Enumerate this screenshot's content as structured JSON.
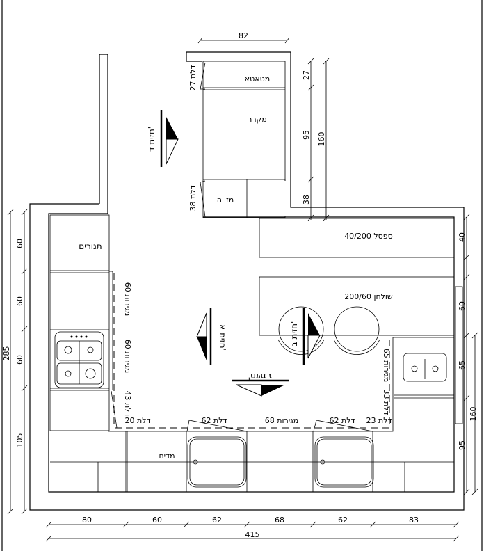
{
  "rooms": {
    "broom_closet": "מטאטא",
    "fridge": "מקרר",
    "pantry": "מזווה",
    "ovens": "תנורים",
    "bench": "ספסל 40/200",
    "table": "שולחן 200/60",
    "dishwasher": "מדיח"
  },
  "annotations": {
    "door_27": "דלת 27",
    "door_38": "דלת 38",
    "drawers_60_a": "מגירות 60",
    "drawers_60_b": "מגירות 60",
    "door_43": "דלת 43",
    "door_20": "דלת 20",
    "door_62_a": "דלת 62",
    "drawers_68": "מגירות 68",
    "door_62_b": "דלת 62",
    "door_23": "דלת 23",
    "door_33": "דלת 33",
    "drawers_65": "מגירות 65"
  },
  "elevations": {
    "a": "חזית א'",
    "b": "חזית ב'",
    "c": "חזית ג'",
    "d": "חזית ד'"
  },
  "dimensions": {
    "top": "82",
    "right_col": [
      "27",
      "95",
      "38"
    ],
    "right_col_total": "160",
    "right_wall": [
      "40",
      "60",
      "65",
      "95"
    ],
    "right_wall_total": "160",
    "left_wall": [
      "60",
      "60",
      "60",
      "105"
    ],
    "left_wall_total": "285",
    "bottom": [
      "80",
      "60",
      "62",
      "68",
      "62",
      "83"
    ],
    "bottom_total": "415"
  }
}
